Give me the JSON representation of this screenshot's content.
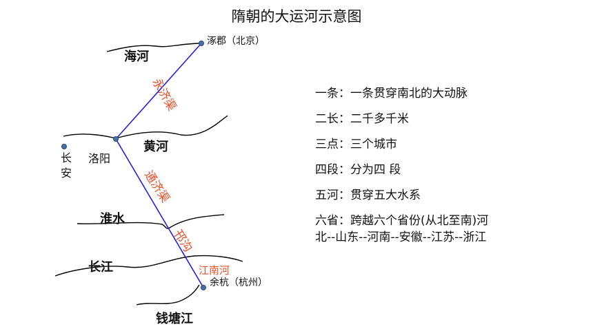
{
  "title": "隋朝的大运河示意图",
  "map": {
    "rivers": {
      "hai": "海河",
      "huang": "黄河",
      "huai": "淮水",
      "chang": "长江",
      "qiantang": "钱塘江"
    },
    "cities": {
      "zhuojun": "涿郡（北京）",
      "changan_1": "长",
      "changan_2": "安",
      "luoyang": "洛阳",
      "yuhang": "余杭（杭州）"
    },
    "canals": {
      "yongji": "永济渠",
      "tongji": "通济渠",
      "hangou": "邗沟",
      "jiangnan": "江南河"
    }
  },
  "notes": [
    "一条：一条贯穿南北的大动脉",
    "二长：二千多千米",
    "三点：三个城市",
    "四段：分为四 段",
    "五河：贯穿五大水系",
    "六省：跨越六个省份(从北至南)河北--山东--河南--安徽--江苏--浙江"
  ],
  "colors": {
    "canal_line": "#1f1fe0",
    "canal_text": "#e8502b",
    "river_line": "#000000",
    "city_dot": "#4a6fa5"
  }
}
